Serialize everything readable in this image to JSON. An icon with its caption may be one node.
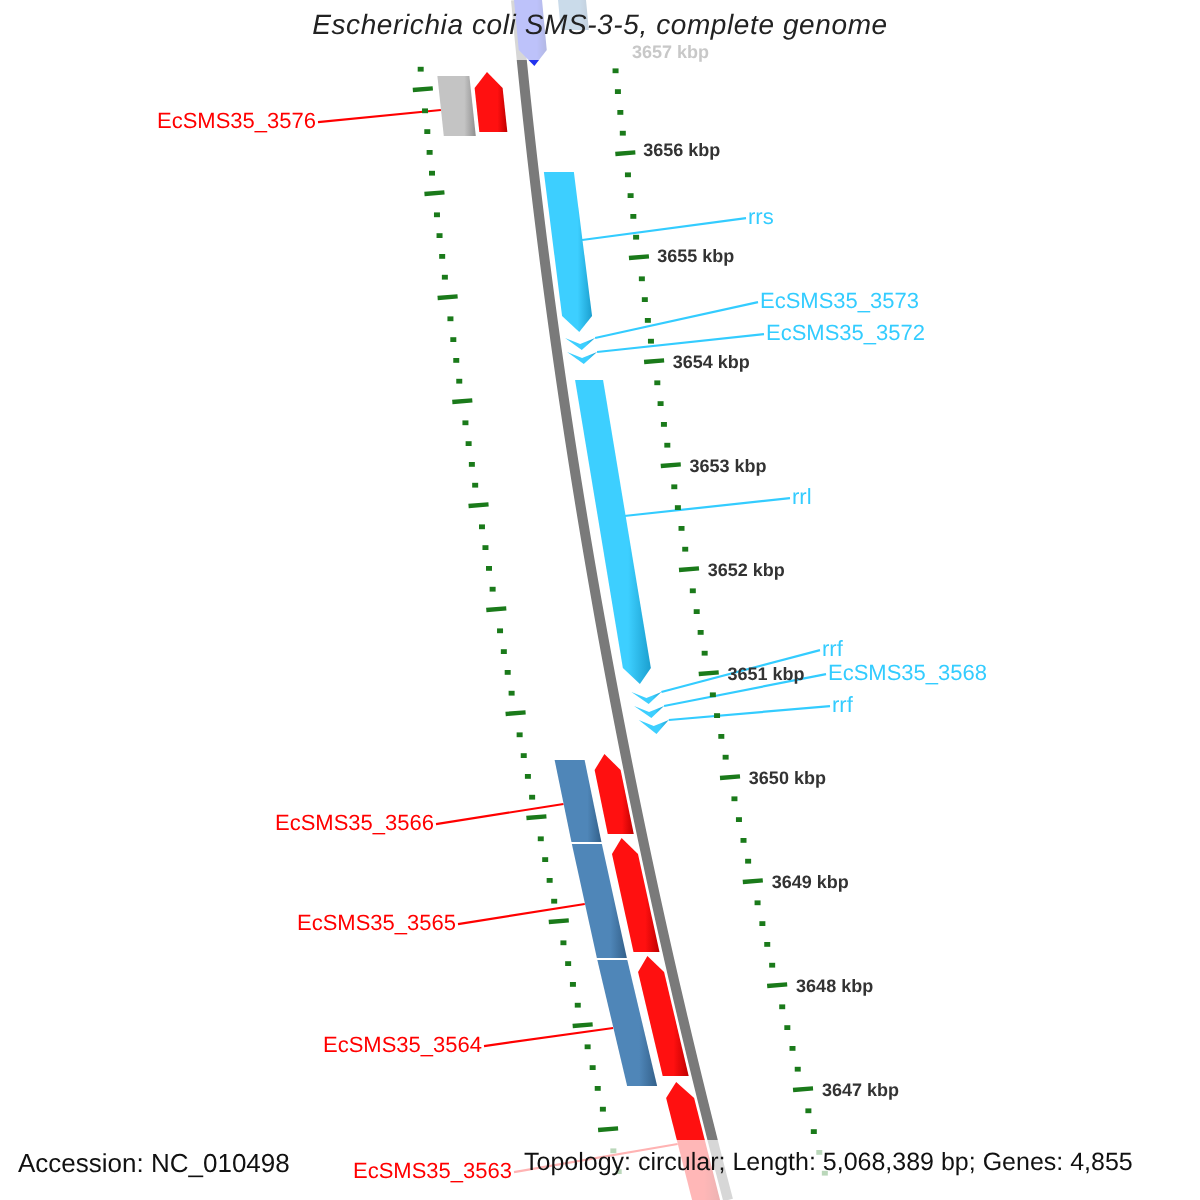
{
  "diagram": {
    "title": "Escherichia coli SMS-3-5, complete genome",
    "nodes": [
      {
        "text": [],
        "shape": "arrow"
      },
      {
        "text": [],
        "shape": "box"
      },
      {
        "text": [
          "EcSMS35_3576"
        ]
      },
      {
        "text": [],
        "shape": "box"
      },
      {
        "text": [],
        "shape": "arrow"
      },
      {
        "text": [
          "rrs"
        ]
      },
      {
        "text": [],
        "shape": "arrow"
      },
      {
        "text": [
          "EcSMS35_3573"
        ]
      },
      {
        "text": [],
        "shape": "arrow"
      },
      {
        "text": [
          "EcSMS35_3572"
        ]
      },
      {
        "text": [],
        "shape": "arrow"
      },
      {
        "text": [
          "rrl"
        ]
      },
      {
        "text": [],
        "shape": "arrow"
      },
      {
        "text": [
          "rrf"
        ]
      },
      {
        "text": [],
        "shape": "arrow"
      },
      {
        "text": [
          "EcSMS35_3568"
        ]
      },
      {
        "text": [],
        "shape": "arrow"
      },
      {
        "text": [
          "rrf"
        ]
      },
      {
        "text": [],
        "shape": "arrow"
      },
      {
        "text": [
          "EcSMS35_3566"
        ]
      },
      {
        "text": [],
        "shape": "box"
      },
      {
        "text": [],
        "shape": "arrow"
      },
      {
        "text": [
          "EcSMS35_3565"
        ]
      },
      {
        "text": [],
        "shape": "box"
      },
      {
        "text": [],
        "shape": "arrow"
      },
      {
        "text": [
          "EcSMS35_3564"
        ]
      },
      {
        "text": [],
        "shape": "box"
      },
      {
        "text": [],
        "shape": "arrow"
      },
      {
        "text": [
          "EcSMS35_3563"
        ]
      },
      {
        "text": [],
        "shape": "arrow"
      }
    ],
    "edges": [
      {
        "from": 2,
        "to": 3,
        "arrow": "none",
        "color": "#ff0000"
      },
      {
        "from": 5,
        "to": 6,
        "arrow": "none"
      },
      {
        "from": 7,
        "to": 8,
        "arrow": "none"
      },
      {
        "from": 9,
        "to": 10,
        "arrow": "none"
      },
      {
        "from": 11,
        "to": 12,
        "arrow": "none"
      },
      {
        "from": 13,
        "to": 14,
        "arrow": "none"
      },
      {
        "from": 15,
        "to": 16,
        "arrow": "none"
      },
      {
        "from": 17,
        "to": 18,
        "arrow": "none"
      },
      {
        "from": 19,
        "to": 20,
        "arrow": "none",
        "color": "#ff0000"
      },
      {
        "from": 22,
        "to": 23,
        "arrow": "none",
        "color": "#ff0000"
      },
      {
        "from": 25,
        "to": 26,
        "arrow": "none",
        "color": "#ff0000"
      },
      {
        "from": 28,
        "to": 29,
        "arrow": "none",
        "color": "#ff0000"
      }
    ],
    "labels": [
      "3657 kbp",
      "3656 kbp",
      "3655 kbp",
      "3654 kbp",
      "3653 kbp",
      "3652 kbp",
      "3651 kbp",
      "3650 kbp",
      "3649 kbp",
      "3648 kbp",
      "3647 kbp",
      "Accession: NC_010498",
      "Topology: circular; Length: 5,068,389 bp; Genes: 4,855"
    ]
  }
}
